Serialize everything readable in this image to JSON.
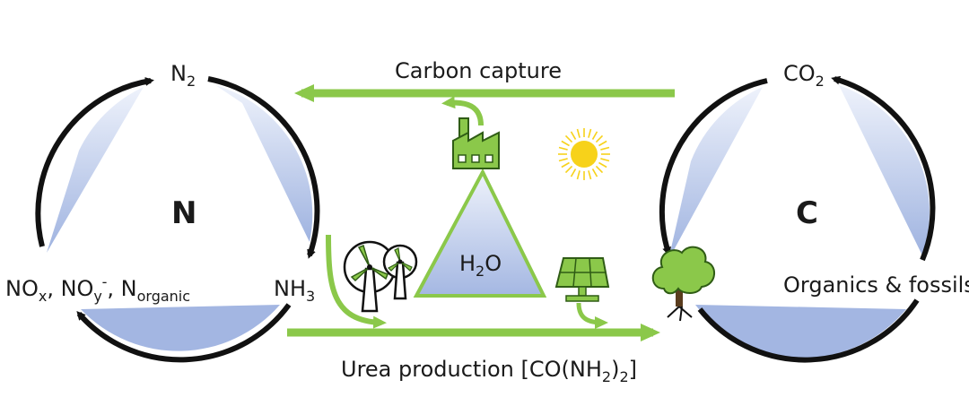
{
  "labels": {
    "n2": "N",
    "n2_sub": "2",
    "nh3": "NH",
    "nh3_sub": "3",
    "nox_a": "NO",
    "nox_a_sub": "x",
    "nox_b": ", NO",
    "nox_b_sub": "y",
    "nox_b_sup": "-",
    "nox_c": ", N",
    "nox_c_sub": "organic",
    "n_cycle": "N",
    "co2": "CO",
    "co2_sub": "2",
    "c_cycle": "C",
    "organics": "Organics & fossils",
    "carbon_capture": "Carbon capture",
    "h2o": "H",
    "h2o_sub": "2",
    "h2o_end": "O",
    "urea_a": "Urea production [CO(NH",
    "urea_sub1": "2",
    "urea_b": ")",
    "urea_sub2": "2",
    "urea_c": "]"
  },
  "colors": {
    "green": "#8bc84a",
    "green_dark": "#5a9a2a",
    "black": "#111111",
    "blue_light": "#e6ecf8",
    "blue_mid": "#aabce4",
    "sun": "#f7d21a"
  },
  "icons": [
    "factory-icon",
    "sun-icon",
    "wind-turbine-icon",
    "solar-panel-icon",
    "tree-icon"
  ]
}
